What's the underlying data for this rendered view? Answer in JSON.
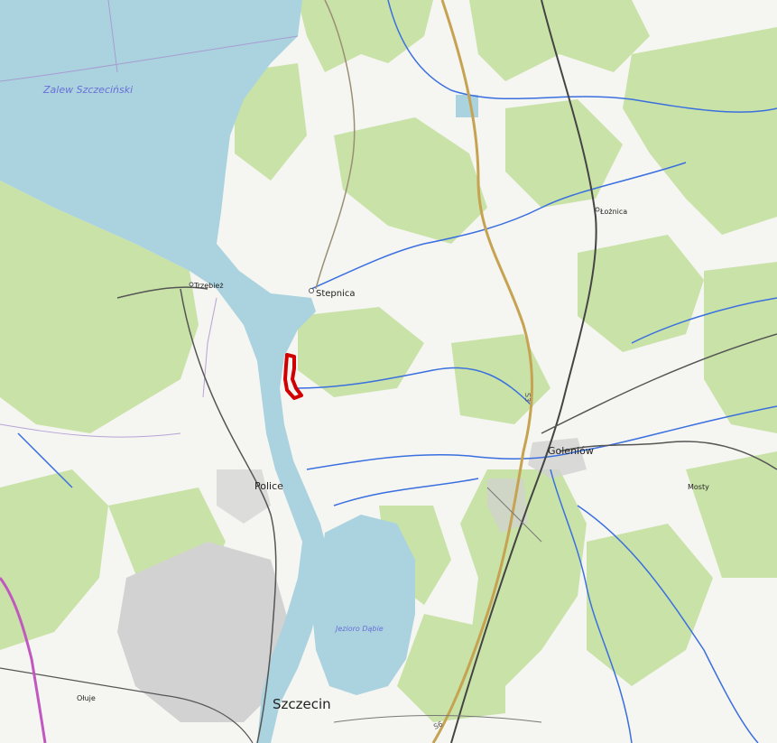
{
  "map": {
    "water_labels": {
      "lagoon": "Zalew Szczeciński",
      "lake": "Jezioro Dąbie"
    },
    "places": {
      "szczecin": "Szczecin",
      "police": "Police",
      "goleniow": "Goleniów",
      "stepnica": "Stepnica",
      "lozienica": "Łożnica",
      "trzebiez": "Trzebież",
      "mosty": "Mosty",
      "oluje": "Ołuje"
    },
    "road_refs": {
      "s3": "S3",
      "s6": "S6"
    },
    "colors": {
      "water": "#aad3df",
      "forest": "#c8e3a6",
      "land": "#f4f4f2",
      "river": "#2f6de1",
      "highlight": "#d10000",
      "urban": "#cfcfcf"
    },
    "icons": {
      "highlight": "highlighted-area-outline"
    }
  }
}
